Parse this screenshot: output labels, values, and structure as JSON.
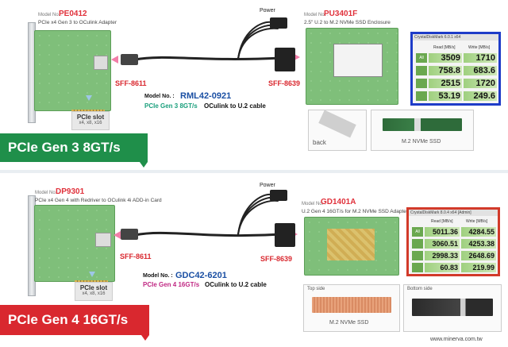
{
  "colors": {
    "gen3_green": "#1f8f4a",
    "gen4_red": "#d9282f",
    "benchmark_blue": "#1e3cc8",
    "benchmark_red": "#d23a2a",
    "label_red": "#e0313b",
    "cable_model_blue": "#1a4fa3",
    "gen3_speed_teal": "#1a9f7c",
    "gen4_speed_magenta": "#c02883"
  },
  "gen3": {
    "adapter": {
      "model_prefix": "Model No. :",
      "model": "PE0412",
      "desc": "PCIe x4 Gen 3 to OCulink Adapter"
    },
    "slot": {
      "title": "PCIe slot",
      "sizes": "x4, x8, x16"
    },
    "connector_left": "SFF-8611",
    "connector_right": "SFF-8639",
    "power_label": "Power",
    "cable": {
      "model_prefix": "Model No. :",
      "model": "RML42-0921",
      "speed": "PCIe Gen 3 8GT/s",
      "type": "OCulink to U.2 cable"
    },
    "enclosure": {
      "model_prefix": "Model No. :",
      "model": "PU3401F",
      "desc": "2.5\" U.2 to M.2 NVMe SSD Enclosure"
    },
    "benchmark": {
      "window_title": "CrystalDiskMark 6.0.1 x64",
      "read_header": "Read [MB/s]",
      "write_header": "Write [MB/s]",
      "tags": [
        "All",
        "",
        "",
        ""
      ],
      "rows": [
        {
          "read": "3509",
          "write": "1710"
        },
        {
          "read": "758.8",
          "write": "683.6"
        },
        {
          "read": "2515",
          "write": "1720"
        },
        {
          "read": "53.19",
          "write": "249.6"
        }
      ]
    },
    "back_label": "back",
    "ssd_label": "M.2 NVMe SSD",
    "banner": "PCIe Gen 3 8GT/s"
  },
  "gen4": {
    "card": {
      "model_prefix": "Model No. :",
      "model": "DP9301",
      "desc": "PCIe x4 Gen 4 with Redriver to OCulink 4i ADD-in Card"
    },
    "slot": {
      "title": "PCIe slot",
      "sizes": "x4, x8, x16"
    },
    "connector_left": "SFF-8611",
    "connector_right": "SFF-8639",
    "power_label": "Power",
    "cable": {
      "model_prefix": "Model No. :",
      "model": "GDC42-6201",
      "speed": "PCIe Gen 4 16GT/s",
      "type": "OCulink to U.2 cable"
    },
    "adapter": {
      "model_prefix": "Model No. :",
      "model": "GD1401A",
      "desc": "U.2 Gen 4 16GT/s for M.2 NVMe SSD Adapter"
    },
    "benchmark": {
      "window_title": "CrystalDiskMark 8.0.4 x64 [Admin]",
      "read_header": "Read [MB/s]",
      "write_header": "Write [MB/s]",
      "tags": [
        "All",
        "",
        "",
        ""
      ],
      "rows": [
        {
          "read": "5011.36",
          "write": "4284.55"
        },
        {
          "read": "3060.51",
          "write": "4253.38"
        },
        {
          "read": "2998.33",
          "write": "2648.69"
        },
        {
          "read": "60.83",
          "write": "219.99"
        }
      ]
    },
    "top_side_label": "Top side",
    "bottom_side_label": "Bottom side",
    "ssd_label": "M.2 NVMe SSD",
    "banner": "PCIe Gen 4 16GT/s"
  },
  "footer": {
    "website": "www.minerva.com.tw"
  }
}
